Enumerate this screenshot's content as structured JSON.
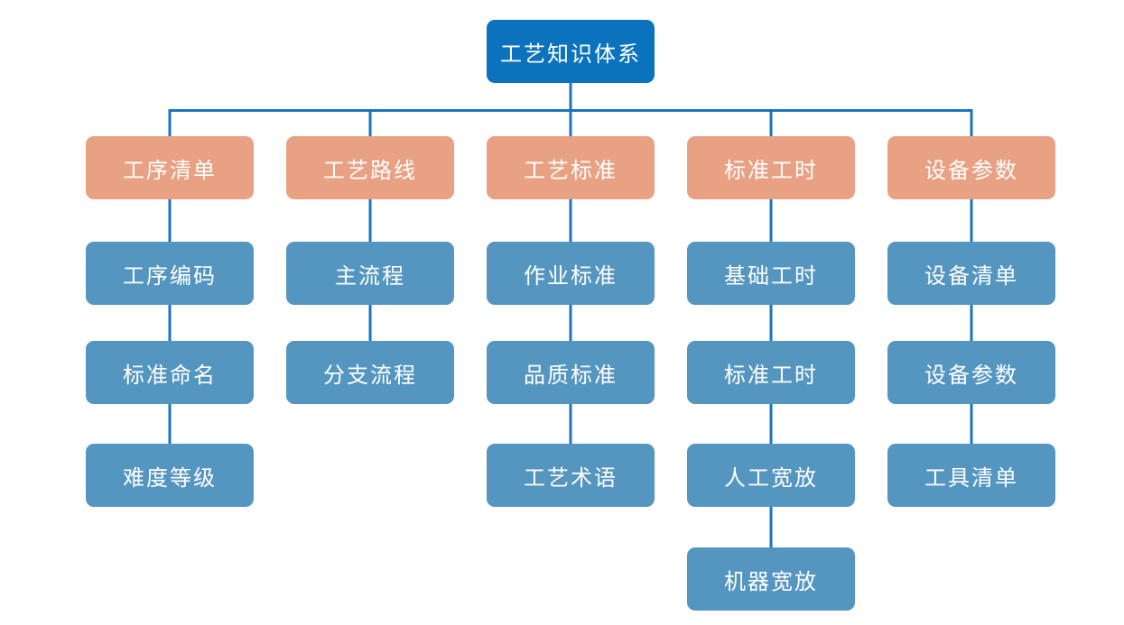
{
  "root": {
    "label": "工艺知识体系"
  },
  "branches": [
    {
      "label": "工序清单",
      "children": [
        "工序编码",
        "标准命名",
        "难度等级"
      ]
    },
    {
      "label": "工艺路线",
      "children": [
        "主流程",
        "分支流程"
      ]
    },
    {
      "label": "工艺标准",
      "children": [
        "作业标准",
        "品质标准",
        "工艺术语"
      ]
    },
    {
      "label": "标准工时",
      "children": [
        "基础工时",
        "标准工时",
        "人工宽放",
        "机器宽放"
      ]
    },
    {
      "label": "设备参数",
      "children": [
        "设备清单",
        "设备参数",
        "工具清单"
      ]
    }
  ],
  "colors": {
    "background": "#ffffff",
    "root_fill": "#0b72bd",
    "branch_fill": "#e9a184",
    "child_fill": "#5596c1",
    "connector": "#1b74c0",
    "node_text": "#ffffff"
  }
}
